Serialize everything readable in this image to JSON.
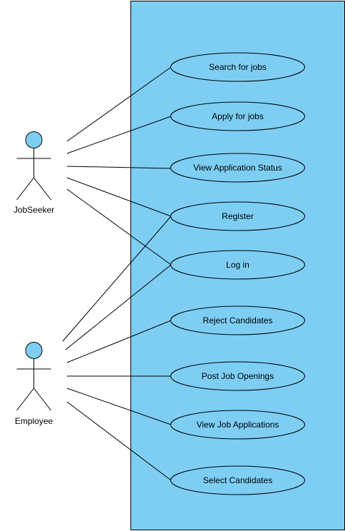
{
  "colors": {
    "system_fill": "#7ECEF4",
    "line": "#000000",
    "usecase_fill": "#7ECEF4",
    "actor_head_fill": "#7ECEF4",
    "background": "#FFFFFF"
  },
  "actors": [
    {
      "id": "jobseeker",
      "label": "JobSeeker"
    },
    {
      "id": "employee",
      "label": "Employee"
    }
  ],
  "use_cases": [
    {
      "id": "search-for-jobs",
      "label": "Search for jobs"
    },
    {
      "id": "apply-for-jobs",
      "label": "Apply for jobs"
    },
    {
      "id": "view-application-status",
      "label": "View Application Status"
    },
    {
      "id": "register",
      "label": "Register"
    },
    {
      "id": "log-in",
      "label": "Log in"
    },
    {
      "id": "reject-candidates",
      "label": "Reject Candidates"
    },
    {
      "id": "post-job-openings",
      "label": "Post Job Openings"
    },
    {
      "id": "view-job-applications",
      "label": "View Job Applications"
    },
    {
      "id": "select-candidates",
      "label": "Select Candidates"
    }
  ],
  "associations": [
    {
      "actor": "jobseeker",
      "use_case": "search-for-jobs"
    },
    {
      "actor": "jobseeker",
      "use_case": "apply-for-jobs"
    },
    {
      "actor": "jobseeker",
      "use_case": "view-application-status"
    },
    {
      "actor": "jobseeker",
      "use_case": "register"
    },
    {
      "actor": "jobseeker",
      "use_case": "log-in"
    },
    {
      "actor": "employee",
      "use_case": "register"
    },
    {
      "actor": "employee",
      "use_case": "log-in"
    },
    {
      "actor": "employee",
      "use_case": "reject-candidates"
    },
    {
      "actor": "employee",
      "use_case": "post-job-openings"
    },
    {
      "actor": "employee",
      "use_case": "view-job-applications"
    },
    {
      "actor": "employee",
      "use_case": "select-candidates"
    }
  ]
}
